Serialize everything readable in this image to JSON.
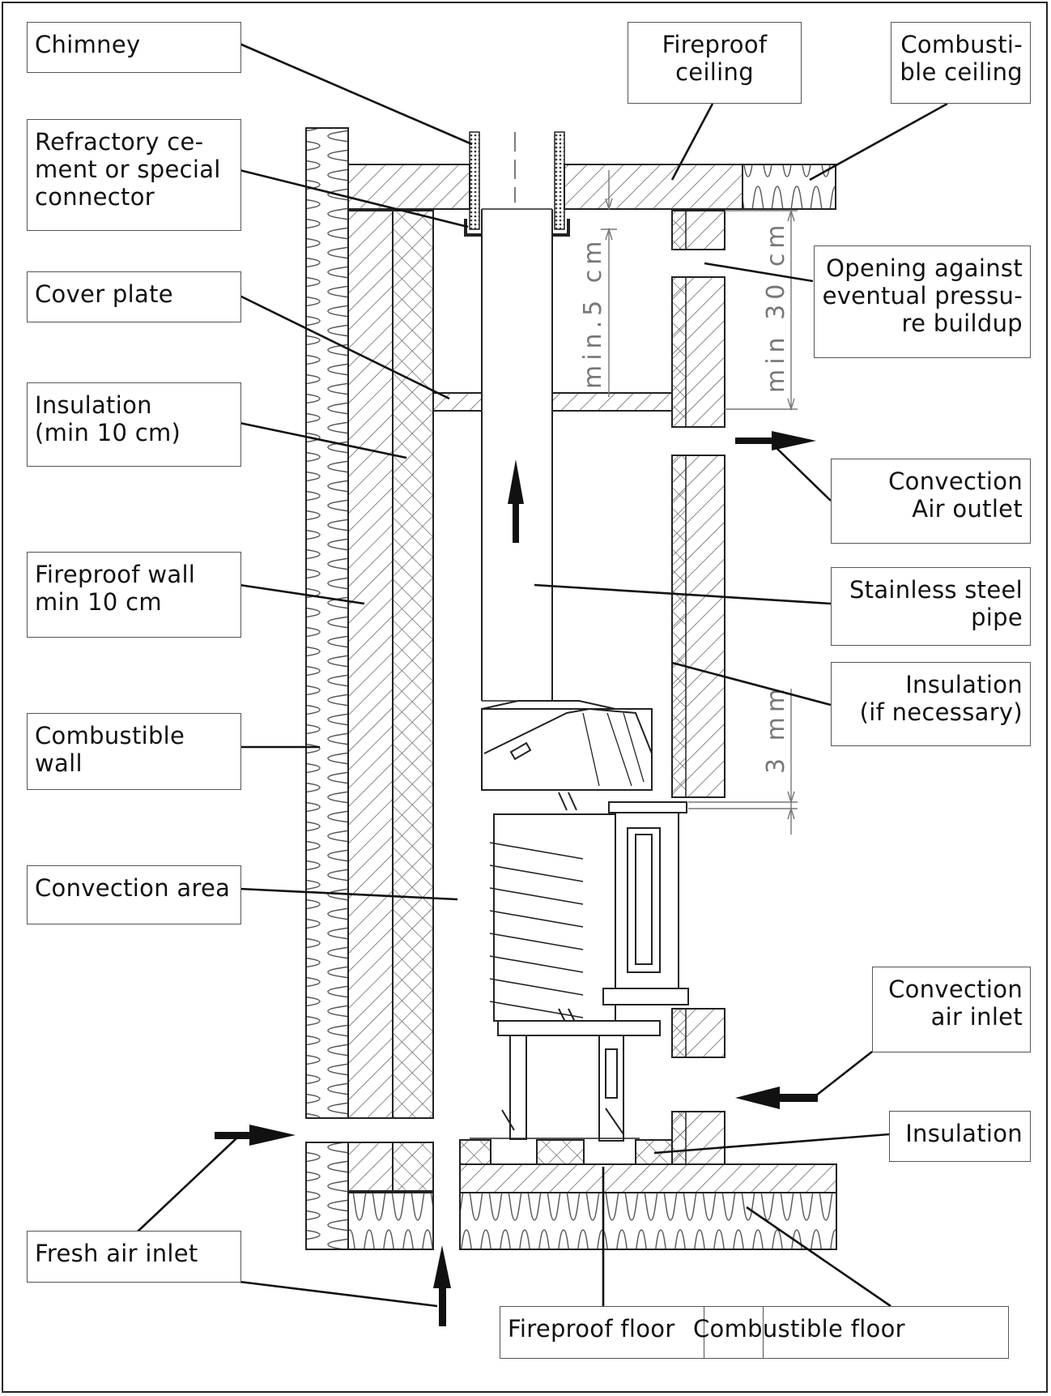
{
  "labels": {
    "chimney": "Chimney",
    "fireproof_ceiling": "Fireproof\nceiling",
    "combustible_ceiling": "Combusti-\nble ceiling",
    "refractory_cement": "Refractory ce-\nment or special\nconnector",
    "cover_plate": "Cover plate",
    "opening_pressure": "Opening against\neventual pressu-\nre buildup",
    "insulation_min": "Insulation\n(min 10 cm)",
    "convection_air_outlet": "Convection\nAir outlet",
    "fireproof_wall": "Fireproof wall\nmin 10 cm",
    "stainless_steel_pipe": "Stainless steel\npipe",
    "insulation_if_necessary": "Insulation\n(if necessary)",
    "combustible_wall": "Combustible\nwall",
    "convection_area": "Convection area",
    "convection_air_inlet": "Convection\nair inlet",
    "insulation": "Insulation",
    "fresh_air_inlet": "Fresh air inlet",
    "fireproof_floor": "Fireproof floor",
    "combustible_floor": "Combustible floor"
  },
  "dimensions": {
    "min_5_cm": "min.5 cm",
    "min_30_cm": "min 30 cm",
    "3_mm": "3 mm"
  },
  "colors": {
    "line": "#222222",
    "hatch": "#555555",
    "dim": "#777777"
  }
}
